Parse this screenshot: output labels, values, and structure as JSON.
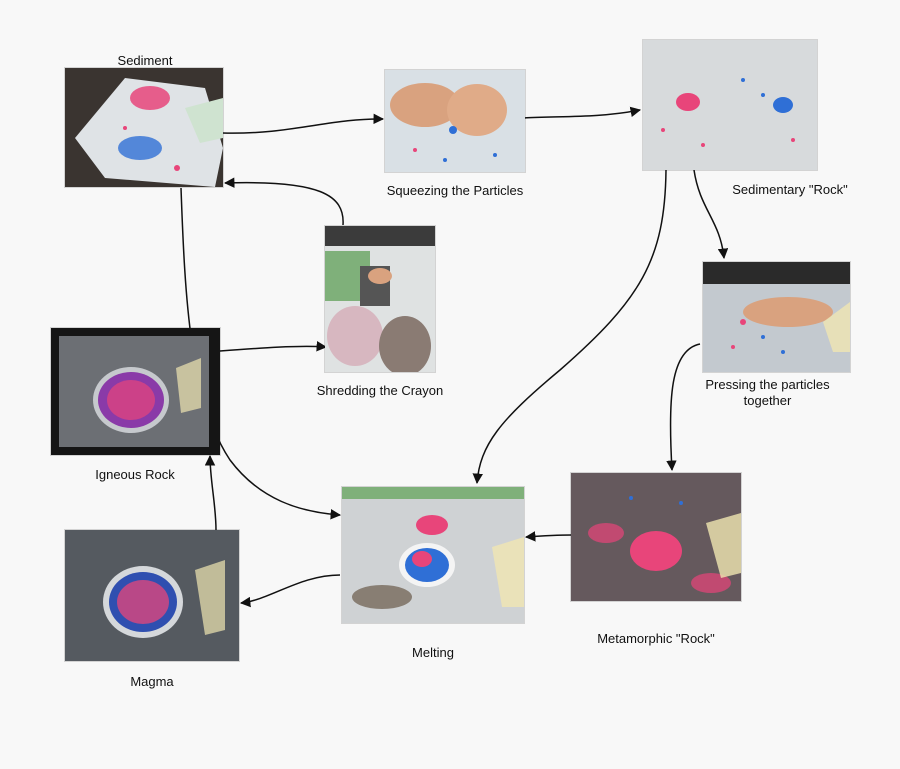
{
  "labels": {
    "sediment": "Sediment",
    "squeezing": "Squeezing the Particles",
    "sedimentary": "Sedimentary \"Rock\"",
    "shredding": "Shredding the Crayon",
    "pressing": "Pressing the particles together",
    "igneous": "Igneous Rock",
    "metamorphic": "Metamorphic \"Rock\"",
    "melting": "Melting",
    "magma": "Magma"
  },
  "photos": {
    "sediment": "photo of pink and blue crayon shavings on plastic wrap",
    "squeezing": "photo of hands squeezing crayon particles",
    "sedimentary": "photo of compressed crayon bits on plastic",
    "shredding": "photo of students shredding a crayon",
    "pressing": "photo of a hand pressing crayon particles",
    "igneous": "photo of cooled melted crayon in a foil cup",
    "metamorphic": "photo of pink crayon clumps",
    "melting": "photo of crayon melting in a foil cup",
    "magma": "photo of molten crayon in a foil cup"
  },
  "colors": {
    "background": "#f8f8f8",
    "arrow": "#111111",
    "crayon_pink": "#e8457a",
    "crayon_blue": "#2f6fd6"
  }
}
